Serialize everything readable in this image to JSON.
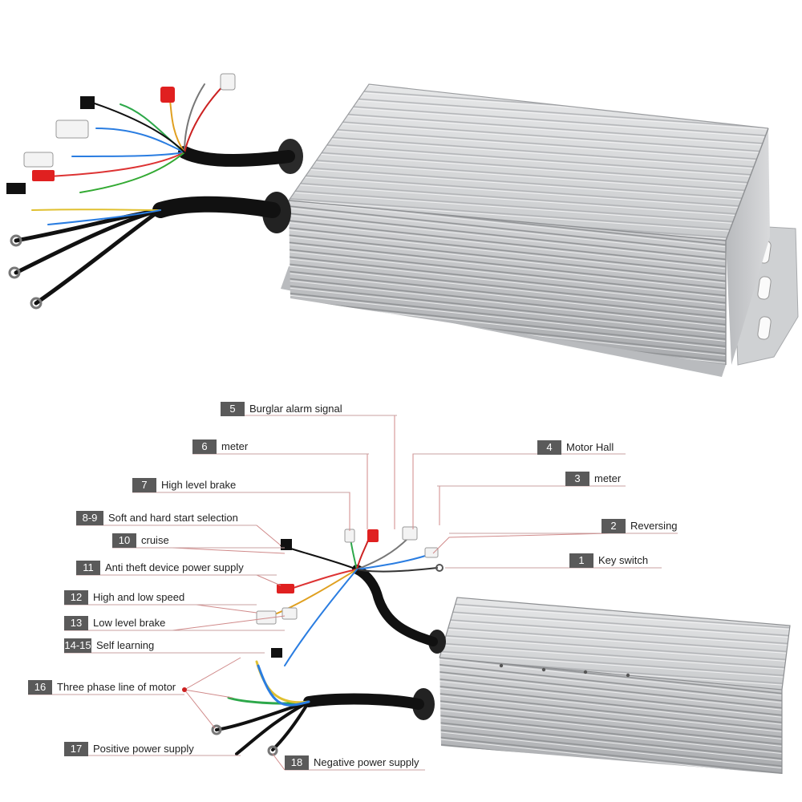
{
  "colors": {
    "number_box": "#5a5a5a",
    "leader_line": "#d08a8a",
    "leader_dot": "#cc2020",
    "housing": "#c7c9cb"
  },
  "labels": [
    {
      "num": "5",
      "text": "Burglar alarm signal"
    },
    {
      "num": "6",
      "text": "meter"
    },
    {
      "num": "4",
      "text": "Motor Hall"
    },
    {
      "num": "3",
      "text": "meter"
    },
    {
      "num": "7",
      "text": "High level brake"
    },
    {
      "num": "8-9",
      "text": "Soft and hard start selection"
    },
    {
      "num": "2",
      "text": "Reversing"
    },
    {
      "num": "10",
      "text": "cruise"
    },
    {
      "num": "1",
      "text": "Key switch"
    },
    {
      "num": "11",
      "text": "Anti theft device power supply"
    },
    {
      "num": "12",
      "text": "High and low speed"
    },
    {
      "num": "13",
      "text": "Low level brake"
    },
    {
      "num": "14-15",
      "text": "Self learning"
    },
    {
      "num": "16",
      "text": "Three phase line of motor"
    },
    {
      "num": "17",
      "text": "Positive power supply"
    },
    {
      "num": "18",
      "text": "Negative power supply"
    }
  ]
}
